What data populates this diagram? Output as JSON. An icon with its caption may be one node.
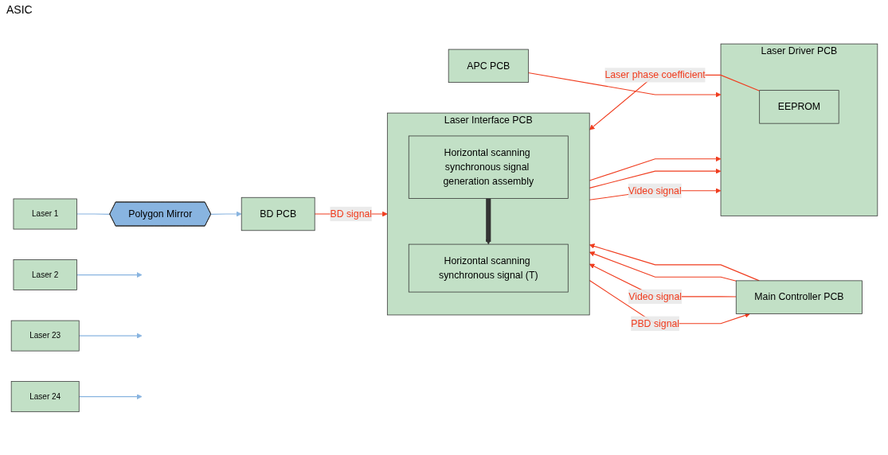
{
  "diagram": {
    "nodes": [
      {
        "text": [
          "Main Controller PCB"
        ]
      },
      {
        "text": [
          "Laser Interface PCB"
        ]
      },
      {
        "text": [
          "Horizontal scanning synchronous signal generation assembly"
        ],
        "in": 1
      },
      {
        "text": [
          "Horizontal scanning synchronous signal (T)"
        ],
        "in": 1
      },
      {
        "text": [
          "BD PCB"
        ]
      },
      {
        "text": [
          "Laser Driver PCB"
        ]
      },
      {
        "text": [
          "EEPROM"
        ],
        "in": 5
      },
      {
        "text": [
          "Laser 1"
        ]
      },
      {
        "text": [
          "Laser 2"
        ]
      },
      {
        "text": [
          "Laser 23"
        ]
      },
      {
        "text": [
          "Laser 24"
        ]
      },
      {
        "text": [
          "Polygon Mirror"
        ]
      },
      {
        "text": [
          "APC PCB"
        ]
      }
    ],
    "edges": [
      {
        "from": 1,
        "to": 0,
        "arrow": "to",
        "label": "PBD signal"
      },
      {
        "from": 4,
        "to": 1,
        "arrow": "to",
        "label": "BD signal"
      },
      {
        "from": 6,
        "to": 1,
        "arrow": "to",
        "label": "Laser phase coefficient"
      },
      {
        "from": 2,
        "to": 3,
        "arrow": "to",
        "style": "thick",
        "color": "#333333"
      },
      {
        "from": 0,
        "to": 1,
        "arrow": "to",
        "label": "Video signal"
      },
      {
        "from": 0,
        "to": 1,
        "arrow": "to"
      },
      {
        "from": 0,
        "to": 1,
        "arrow": "to"
      },
      {
        "from": 1,
        "to": 5,
        "arrow": "to",
        "label": "Video signal"
      },
      {
        "from": 1,
        "to": 5,
        "arrow": "to"
      },
      {
        "from": 1,
        "to": 5,
        "arrow": "to"
      },
      {
        "from": 12,
        "to": 5,
        "arrow": "to"
      },
      {
        "from": 7,
        "to": 11,
        "arrow": "none",
        "color": "#88b4e0"
      },
      {
        "from": 11,
        "to": 4,
        "arrow": "to",
        "color": "#88b4e0"
      },
      {
        "from": 8,
        "to": null,
        "arrow": "to",
        "color": "#88b4e0"
      },
      {
        "from": 9,
        "to": null,
        "arrow": "to",
        "color": "#88b4e0"
      },
      {
        "from": 10,
        "to": null,
        "arrow": "to",
        "color": "#88b4e0"
      }
    ],
    "labels": [
      "ASIC"
    ]
  }
}
